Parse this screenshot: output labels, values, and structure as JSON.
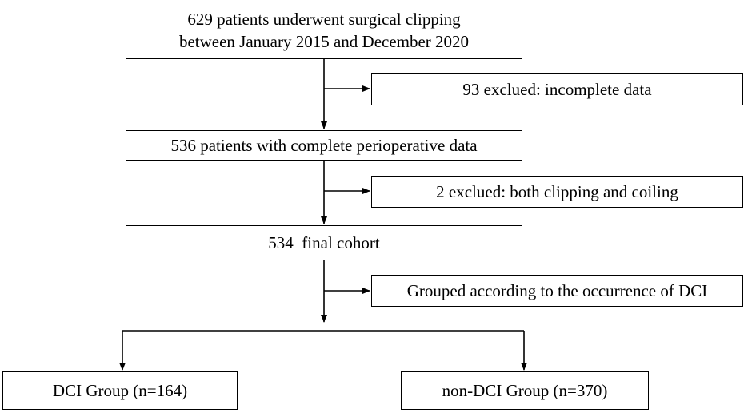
{
  "boxes": {
    "initial": {
      "lines": [
        "629 patients underwent surgical clipping",
        "between January 2015 and December 2020"
      ]
    },
    "exclusion1": {
      "text": "93 exclued: incomplete data"
    },
    "complete": {
      "text": "536 patients with complete perioperative data"
    },
    "exclusion2": {
      "text": "2 exclued: both clipping and coiling"
    },
    "final": {
      "text": "534  final cohort"
    },
    "grouping": {
      "text": "Grouped according to the occurrence of DCI"
    },
    "dci": {
      "text": "DCI Group (n=164)"
    },
    "nondci": {
      "text": "non-DCI Group (n=370)"
    }
  },
  "colors": {
    "stroke": "#000000",
    "background": "#ffffff"
  }
}
